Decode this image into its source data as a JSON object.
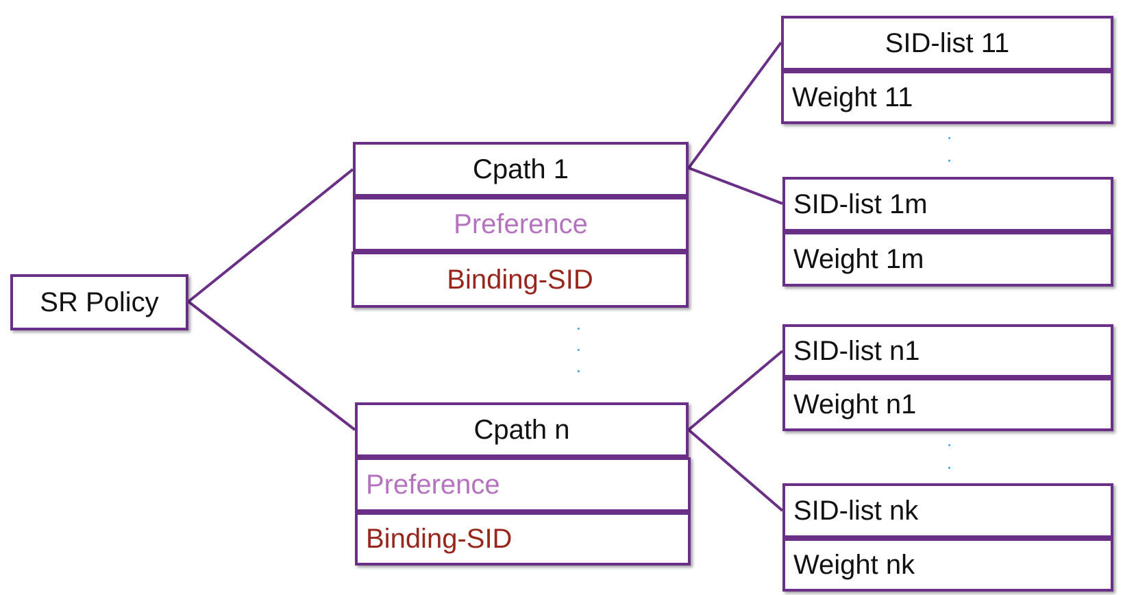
{
  "root": {
    "label": "SR Policy"
  },
  "candidate_paths": [
    {
      "name": "Cpath 1",
      "preference": "Preference",
      "binding_sid": "Binding-SID",
      "sid_lists": [
        {
          "sid_list": "SID-list 11",
          "weight": "Weight 11"
        },
        {
          "sid_list": "SID-list 1m",
          "weight": "Weight 1m"
        }
      ]
    },
    {
      "name": "Cpath n",
      "preference": "Preference",
      "binding_sid": "Binding-SID",
      "sid_lists": [
        {
          "sid_list": "SID-list n1",
          "weight": "Weight n1"
        },
        {
          "sid_list": "SID-list nk",
          "weight": "Weight nk"
        }
      ]
    }
  ],
  "colors": {
    "border": "#6a2f86",
    "text": "#111111",
    "preference": "#b572bf",
    "binding_sid": "#97261c",
    "ellipsis_dots": "#3aa6d8"
  }
}
